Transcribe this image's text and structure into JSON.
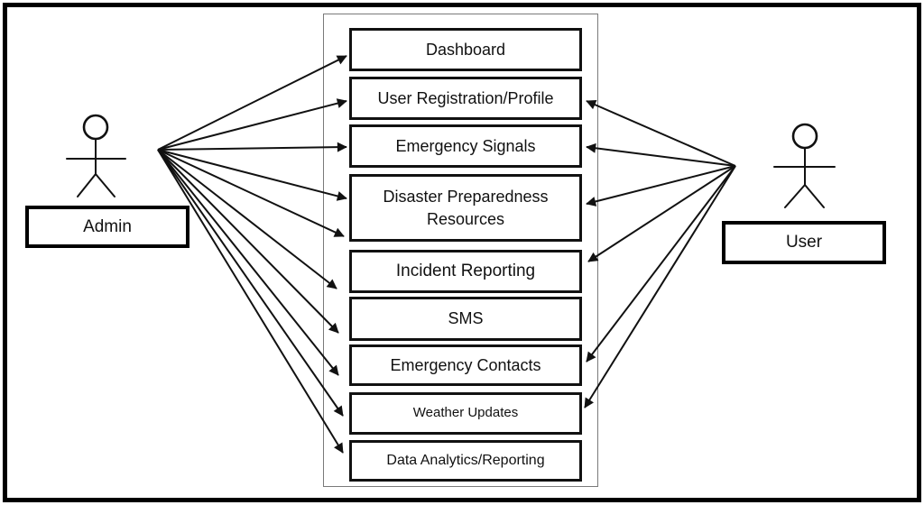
{
  "actors": {
    "admin": {
      "label": "Admin"
    },
    "user": {
      "label": "User"
    }
  },
  "system": {
    "usecases": [
      {
        "label": "Dashboard"
      },
      {
        "label": "User Registration/Profile"
      },
      {
        "label": "Emergency Signals"
      },
      {
        "label": "Disaster Preparedness Resources"
      },
      {
        "label": "Incident Reporting"
      },
      {
        "label": "SMS"
      },
      {
        "label": "Emergency Contacts"
      },
      {
        "label": "Weather Updates"
      },
      {
        "label": "Data Analytics/Reporting"
      }
    ]
  },
  "relations": {
    "admin": [
      "Dashboard",
      "User Registration/Profile",
      "Emergency Signals",
      "Disaster Preparedness Resources",
      "Incident Reporting",
      "SMS",
      "Emergency Contacts",
      "Weather Updates",
      "Data Analytics/Reporting"
    ],
    "user": [
      "User Registration/Profile",
      "Emergency Signals",
      "Disaster Preparedness Resources",
      "Incident Reporting",
      "Emergency Contacts",
      "Weather Updates"
    ]
  },
  "colors": {
    "line": "#111111",
    "border": "#000000",
    "background": "#ffffff"
  }
}
